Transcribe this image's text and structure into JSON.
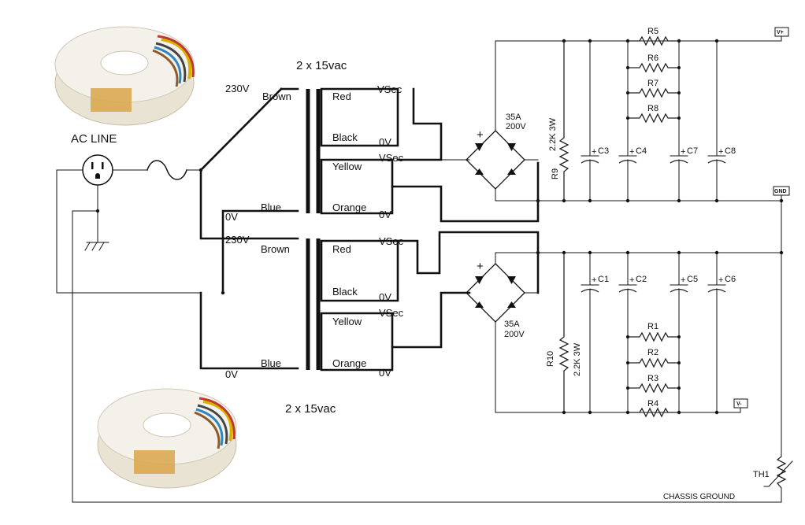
{
  "top_transformer": {
    "title": "2 x 15vac",
    "primary": {
      "v_high": "230V",
      "wire_high": "Brown",
      "v_low": "0V",
      "wire_low": "Blue"
    },
    "secondary_1": {
      "wire_a": "Red",
      "tap_a": "VSec",
      "wire_b": "Black",
      "tap_b": "0V"
    },
    "secondary_2": {
      "wire_a": "Yellow",
      "tap_a": "VSec",
      "wire_b": "Orange",
      "tap_b": "0V"
    }
  },
  "bottom_transformer": {
    "title": "2 x 15vac",
    "primary": {
      "v_high": "230V",
      "wire_high": "Brown",
      "v_low": "0V",
      "wire_low": "Blue"
    },
    "secondary_1": {
      "wire_a": "Red",
      "tap_a": "VSec",
      "wire_b": "Black",
      "tap_b": "0V"
    },
    "secondary_2": {
      "wire_a": "Yellow",
      "tap_a": "VSec",
      "wire_b": "Orange",
      "tap_b": "0V"
    }
  },
  "ac_line": {
    "label": "AC LINE"
  },
  "top_rectifier": {
    "plus": "+",
    "rating_a": "35A",
    "rating_v": "200V"
  },
  "bottom_rectifier": {
    "plus": "+",
    "rating_a": "35A",
    "rating_v": "200V"
  },
  "top_bank": {
    "bleeder": {
      "ref": "R9",
      "value": "2.2K 3W"
    },
    "caps": [
      "C3",
      "C4",
      "C7",
      "C8"
    ],
    "resistors": [
      "R5",
      "R6",
      "R7",
      "R8"
    ]
  },
  "bottom_bank": {
    "bleeder": {
      "ref": "R10",
      "value": "2.2K 3W"
    },
    "caps": [
      "C1",
      "C2",
      "C5",
      "C6"
    ],
    "resistors": [
      "R1",
      "R2",
      "R3",
      "R4"
    ]
  },
  "cap_plus": "+",
  "terminals": {
    "vplus": "V+",
    "gnd": "GND",
    "vminus": "V-"
  },
  "thermistor": {
    "ref": "TH1"
  },
  "chassis_ground": "CHASSIS GROUND"
}
